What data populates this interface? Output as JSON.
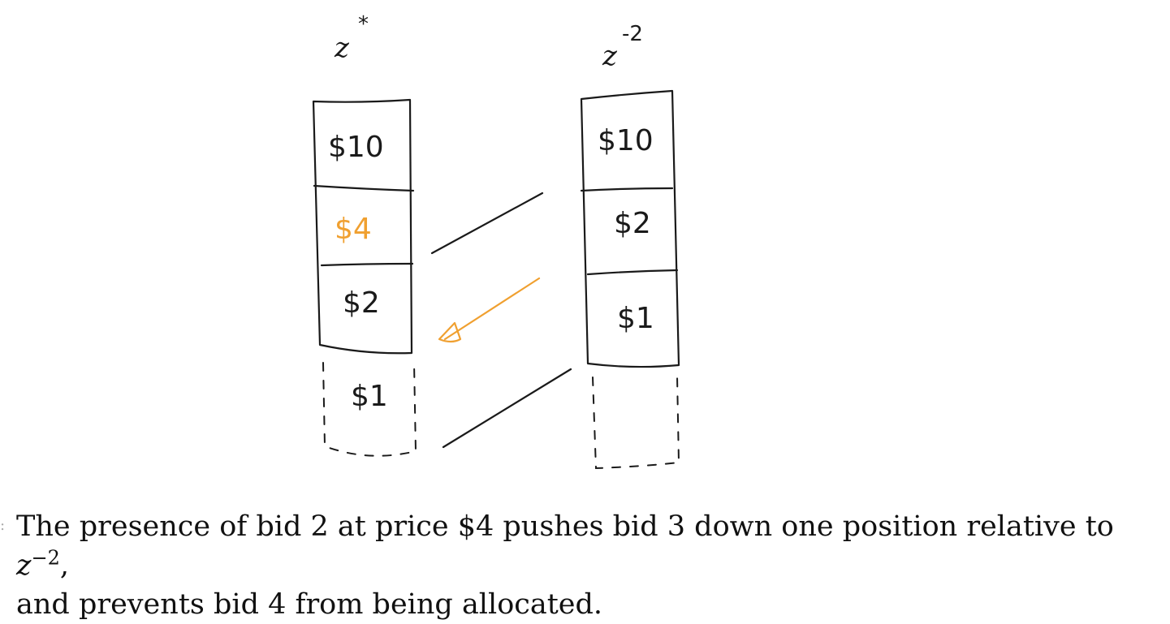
{
  "columns": [
    {
      "label_base": "z",
      "label_sup": "*",
      "cells": [
        "$10",
        "$4",
        "$2"
      ],
      "highlighted_cell": 1,
      "overflow_cell": "$1"
    },
    {
      "label_base": "z",
      "label_sup": "-2",
      "cells": [
        "$10",
        "$2",
        "$1"
      ],
      "highlighted_cell": null,
      "overflow_cell": ""
    }
  ],
  "connectors": [
    {
      "from": "z-2 row 2 ($2)",
      "to": "z* row 3 ($2)",
      "color": "#1a1a1a"
    },
    {
      "from": "z-2 row 3 ($1)",
      "to": "z* row 3 ($2)",
      "color": "#f0a030",
      "arrow": true
    },
    {
      "from": "z-2 empty slot",
      "to": "z* dashed slot ($1)",
      "color": "#1a1a1a"
    }
  ],
  "colors": {
    "ink": "#1a1a1a",
    "highlight": "#f0a030"
  },
  "caption": {
    "marker": ":",
    "text_before": "The presence of bid 2 at price $4 pushes bid 3 down one position relative to ",
    "math_base": "z",
    "math_sup": "−2",
    "text_after": ",",
    "line2": "and prevents bid 4 from being allocated."
  }
}
